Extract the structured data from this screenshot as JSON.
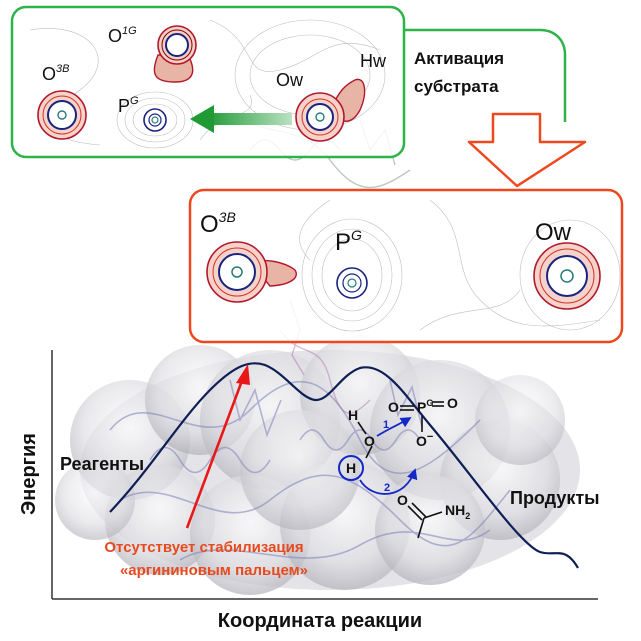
{
  "colors": {
    "green_box": "#2db34a",
    "red_box": "#f0481e",
    "green_arrow": "#1f9a35",
    "red_arrow": "#e81818",
    "energy_curve": "#0d1f55",
    "molecule_blue": "#1428c8",
    "note_red": "#e64a1e",
    "contour_red": "#b2182b",
    "contour_blue": "#1a237e"
  },
  "top_panel": {
    "atoms": {
      "o1g": {
        "base": "O",
        "sup": "1G"
      },
      "o3b": {
        "base": "O",
        "sup": "3B"
      },
      "pg": {
        "base": "P",
        "sup": "G"
      },
      "ow": {
        "base": "Ow"
      },
      "hw": {
        "base": "Hw"
      }
    },
    "callout": [
      "Активация",
      "субстрата"
    ]
  },
  "bottom_panel": {
    "atoms": {
      "o3b": {
        "base": "O",
        "sup": "3B"
      },
      "pg": {
        "base": "P",
        "sup": "G"
      },
      "ow": {
        "base": "Ow"
      }
    }
  },
  "energy_diagram": {
    "y_axis_label": "Энергия",
    "x_axis_label": "Координата реакции",
    "reagents_label": "Реагенты",
    "products_label": "Продукты",
    "note": [
      "Отсутствует стабилизация",
      "«аргининовым пальцем»"
    ]
  },
  "molecule": {
    "h_top": "H",
    "o_water": "O",
    "h_circled": "H",
    "p": "P",
    "p_sup": "G",
    "o_left": "O",
    "o_right": "O",
    "o_minus": "O",
    "minus": "−",
    "step1": "1",
    "step2": "2",
    "nh2": "NH",
    "nh2_sub": "2",
    "o_carbonyl": "O"
  }
}
